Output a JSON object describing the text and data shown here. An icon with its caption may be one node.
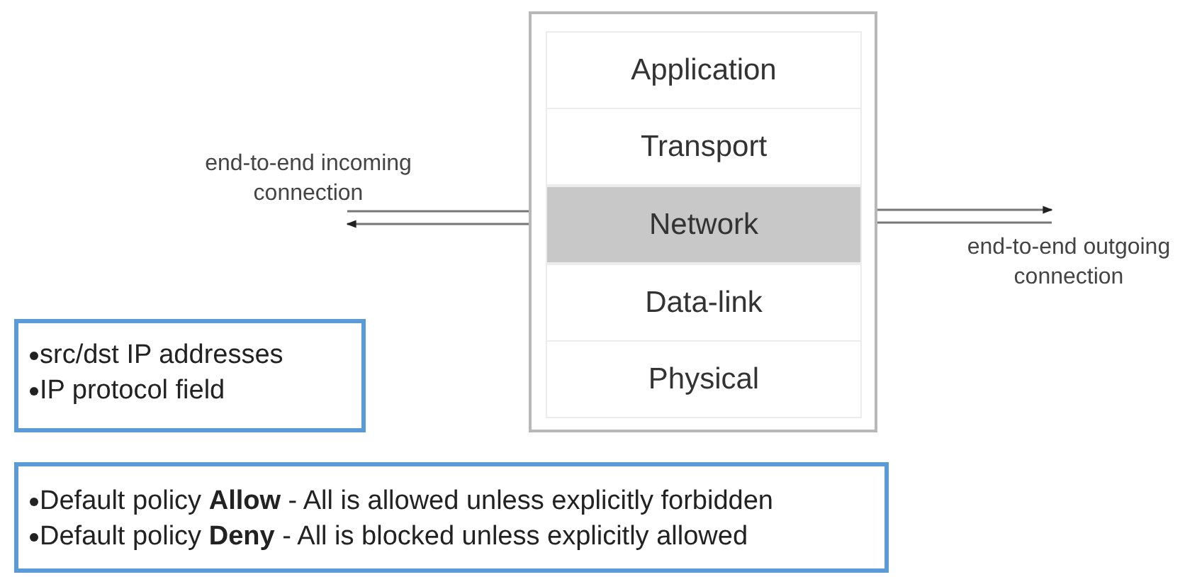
{
  "diagram": {
    "nodes": [
      {
        "text": [],
        "shape": "box"
      },
      {
        "text": [
          "Application"
        ],
        "in": 0
      },
      {
        "text": [
          "Transport"
        ],
        "in": 0
      },
      {
        "text": [
          "Network"
        ],
        "in": 0
      },
      {
        "text": [
          "Data-link"
        ],
        "in": 0
      },
      {
        "text": [
          "Physical"
        ],
        "in": 0
      },
      {
        "text": [
          "src/dst IP addresses",
          "IP protocol field"
        ]
      },
      {
        "text": [
          "Default policy **Allow** - All is allowed unless explicitly forbidden",
          "Default policy **Deny** - All is blocked unless explicitly allowed"
        ]
      },
      {
        "text": [
          "end-to-end incoming connection"
        ]
      },
      {
        "text": [
          "end-to-end outgoing connection"
        ]
      }
    ],
    "edges": [
      {
        "from": 0,
        "to": 8,
        "arrow": "none"
      },
      {
        "from": 0,
        "to": 8,
        "arrow": "to"
      },
      {
        "from": 0,
        "to": 9,
        "arrow": "to"
      },
      {
        "from": 0,
        "to": 9,
        "arrow": "none"
      }
    ]
  }
}
